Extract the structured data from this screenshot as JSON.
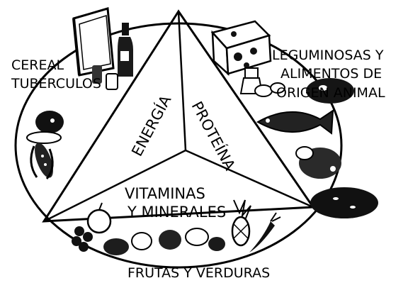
{
  "diagram": {
    "groups": {
      "cereals": [
        "CEREAL",
        "TUBÉRCULOS"
      ],
      "proteins": [
        "LEGUMINOSAS Y",
        "ALIMENTOS DE",
        "ORIGEN ANIMAL"
      ],
      "produce": "FRUTAS Y VERDURAS"
    },
    "nutrients": {
      "energy": "ENERGÍA",
      "protein": "PROTEÍNA",
      "vitamins": [
        "VITAMINAS",
        "Y MINERALES"
      ]
    },
    "illustrations": {
      "cereals": [
        "book-icon",
        "bottle-icon",
        "salt-shaker-icon",
        "bread-icon",
        "corn-icon"
      ],
      "proteins": [
        "cheese-icon",
        "milk-bottle-icon",
        "eggs-icon",
        "meat-icon",
        "fish-icon",
        "chicken-icon",
        "beans-icon"
      ],
      "produce": [
        "apple-icon",
        "pineapple-icon",
        "carrot-icon",
        "grapes-icon",
        "vegetables-icon"
      ]
    }
  }
}
